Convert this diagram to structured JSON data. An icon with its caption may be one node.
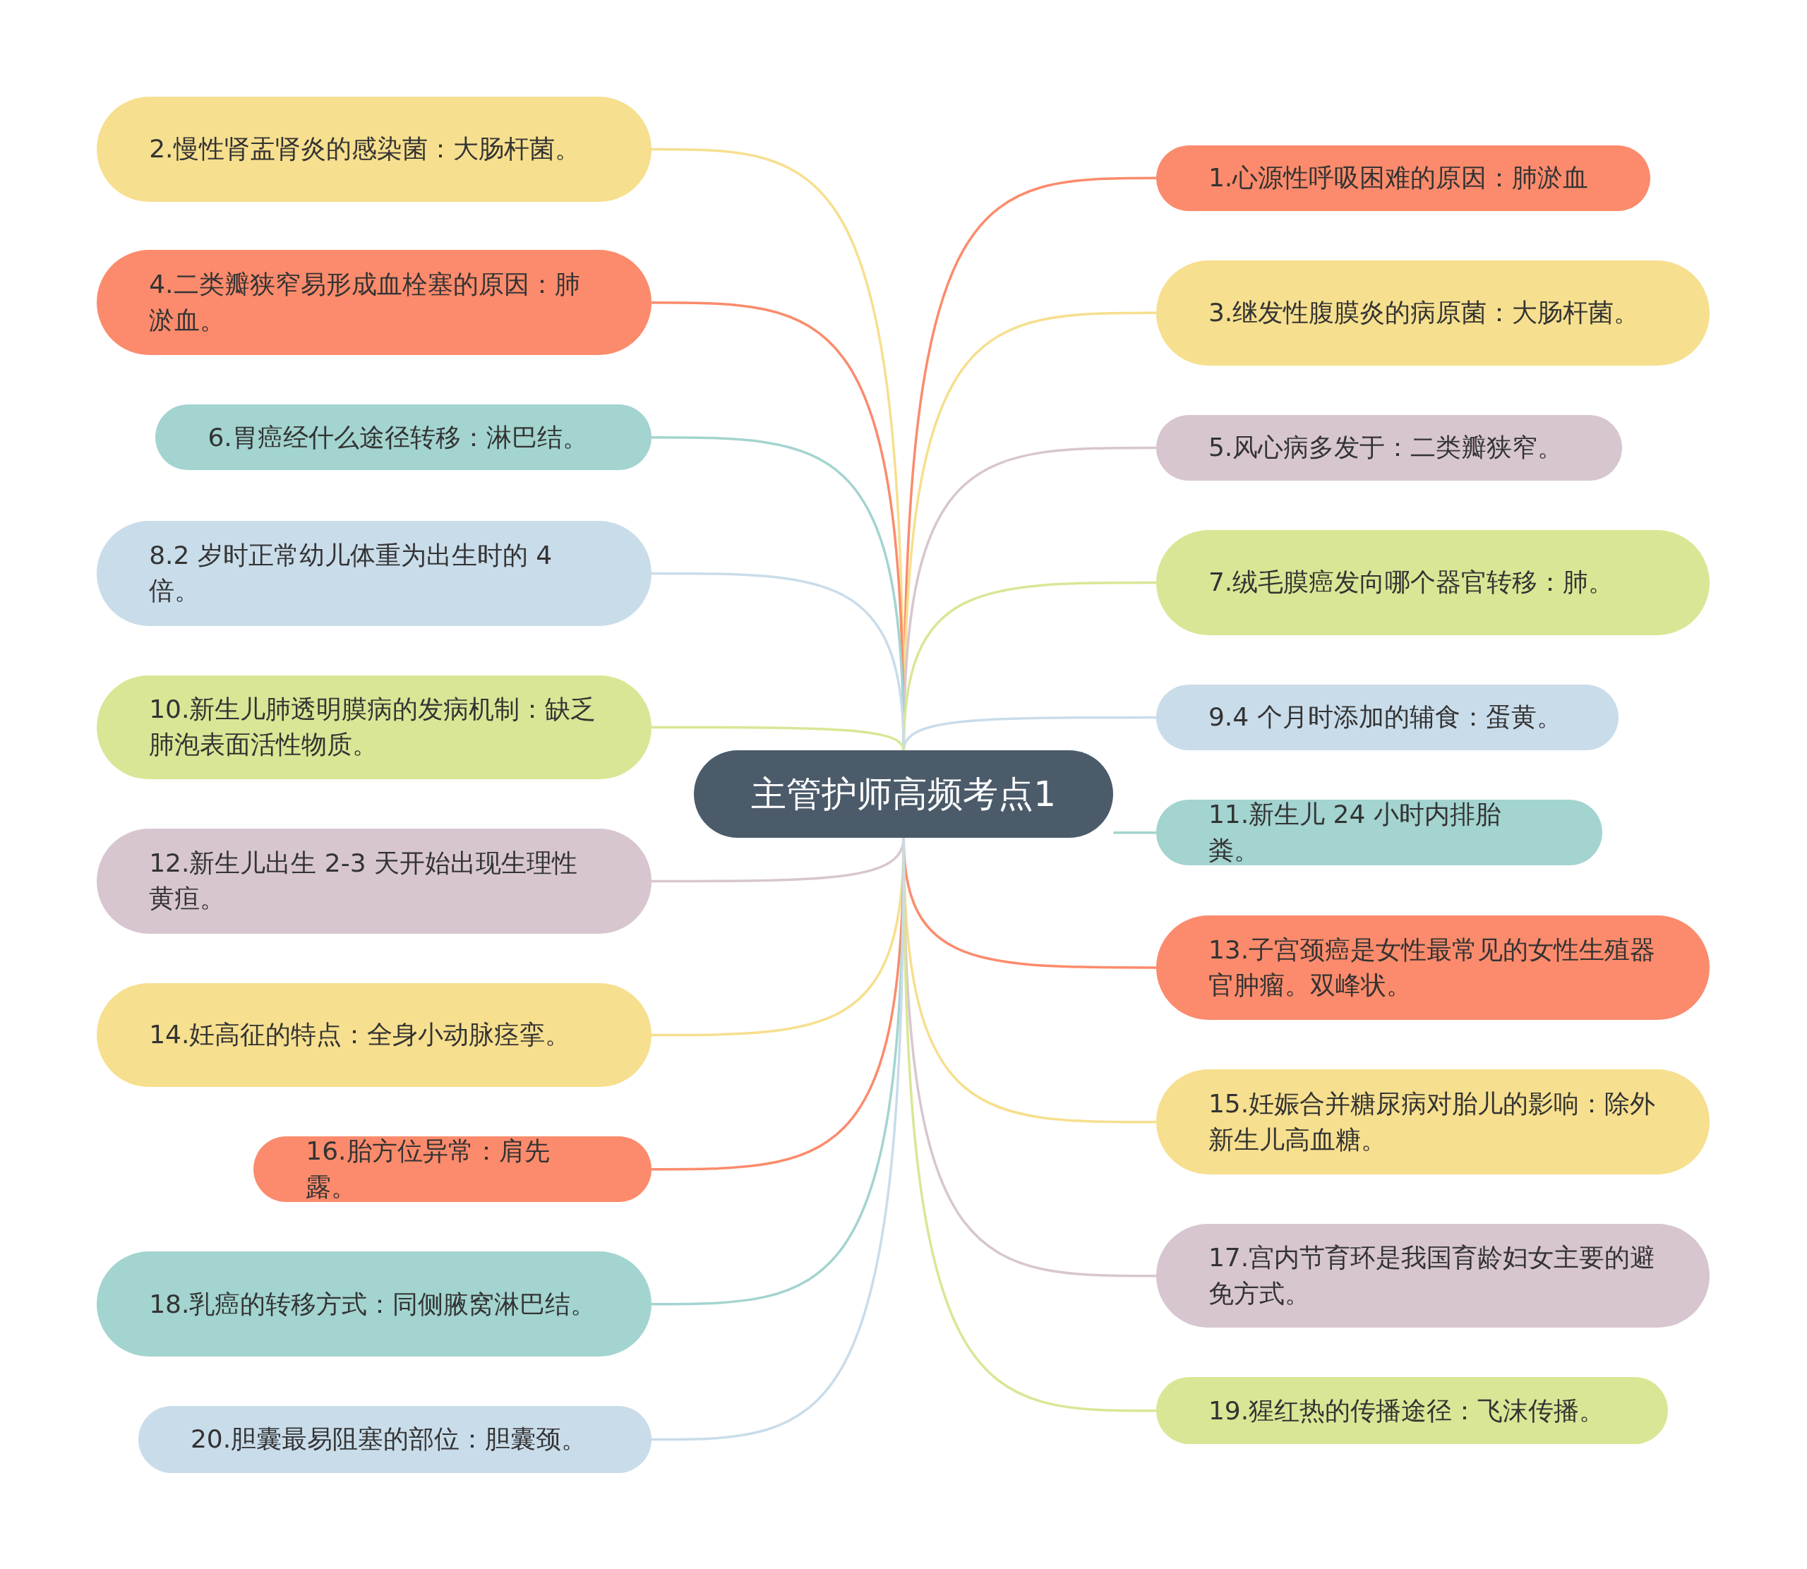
{
  "diagram": {
    "nodes": [
      {
        "text": [
          "主管护师高频考点1"
        ]
      },
      {
        "text": [
          "1.心源性呼吸困难的原因：肺淤血"
        ]
      },
      {
        "text": [
          "2.慢性肾盂肾炎的感染菌：大肠杆菌。"
        ]
      },
      {
        "text": [
          "3.继发性腹膜炎的病原菌：大肠杆菌。"
        ]
      },
      {
        "text": [
          "4.二类瓣狭窄易形成血栓塞的原因：肺淤血。"
        ]
      },
      {
        "text": [
          "5.风心病多发于：二类瓣狭窄。"
        ]
      },
      {
        "text": [
          "6.胃癌经什么途径转移：淋巴结。"
        ]
      },
      {
        "text": [
          "7.绒毛膜癌发向哪个器官转移：肺。"
        ]
      },
      {
        "text": [
          "8.2 岁时正常幼儿体重为出生时的 4 倍。"
        ]
      },
      {
        "text": [
          "9.4 个月时添加的辅食：蛋黄。"
        ]
      },
      {
        "text": [
          "10.新生儿肺透明膜病的发病机制：缺乏肺泡表面活性物质。"
        ]
      },
      {
        "text": [
          "11.新生儿 24 小时内排胎粪。"
        ]
      },
      {
        "text": [
          "12.新生儿出生 2-3 天开始出现生理性黄疸。"
        ]
      },
      {
        "text": [
          "13.子宫颈癌是女性最常见的女性生殖器官肿瘤。双峰状。"
        ]
      },
      {
        "text": [
          "14.妊高征的特点：全身小动脉痉挛。"
        ]
      },
      {
        "text": [
          "15.妊娠合并糖尿病对胎儿的影响：除外新生儿高血糖。"
        ]
      },
      {
        "text": [
          "16.胎方位异常：肩先露。"
        ]
      },
      {
        "text": [
          "17.宫内节育环是我国育龄妇女主要的避免方式。"
        ]
      },
      {
        "text": [
          "18.乳癌的转移方式：同侧腋窝淋巴结。"
        ]
      },
      {
        "text": [
          "19.猩红热的传播途径：飞沫传播。"
        ]
      },
      {
        "text": [
          "20.胆囊最易阻塞的部位：胆囊颈。"
        ]
      }
    ],
    "edges": [
      {
        "from": 0,
        "to": 1,
        "arrow": "none",
        "color": "#fb8b6c"
      },
      {
        "from": 0,
        "to": 2,
        "arrow": "none",
        "color": "#f6df8e"
      },
      {
        "from": 0,
        "to": 3,
        "arrow": "none",
        "color": "#f6df8e"
      },
      {
        "from": 0,
        "to": 4,
        "arrow": "none",
        "color": "#fb8b6c"
      },
      {
        "from": 0,
        "to": 5,
        "arrow": "none",
        "color": "#d7c6cf"
      },
      {
        "from": 0,
        "to": 6,
        "arrow": "none",
        "color": "#a3d4cf"
      },
      {
        "from": 0,
        "to": 7,
        "arrow": "none",
        "color": "#d9e695"
      },
      {
        "from": 0,
        "to": 8,
        "arrow": "none",
        "color": "#c9dcea"
      },
      {
        "from": 0,
        "to": 9,
        "arrow": "none",
        "color": "#c9dcea"
      },
      {
        "from": 0,
        "to": 10,
        "arrow": "none",
        "color": "#d9e695"
      },
      {
        "from": 0,
        "to": 11,
        "arrow": "none",
        "color": "#a3d4cf"
      },
      {
        "from": 0,
        "to": 12,
        "arrow": "none",
        "color": "#d7c6cf"
      },
      {
        "from": 0,
        "to": 13,
        "arrow": "none",
        "color": "#fb8b6c"
      },
      {
        "from": 0,
        "to": 14,
        "arrow": "none",
        "color": "#f6df8e"
      },
      {
        "from": 0,
        "to": 15,
        "arrow": "none",
        "color": "#f6df8e"
      },
      {
        "from": 0,
        "to": 16,
        "arrow": "none",
        "color": "#fb8b6c"
      },
      {
        "from": 0,
        "to": 17,
        "arrow": "none",
        "color": "#d7c6cf"
      },
      {
        "from": 0,
        "to": 18,
        "arrow": "none",
        "color": "#a3d4cf"
      },
      {
        "from": 0,
        "to": 19,
        "arrow": "none",
        "color": "#d9e695"
      },
      {
        "from": 0,
        "to": 20,
        "arrow": "none",
        "color": "#c9dcea"
      }
    ]
  }
}
